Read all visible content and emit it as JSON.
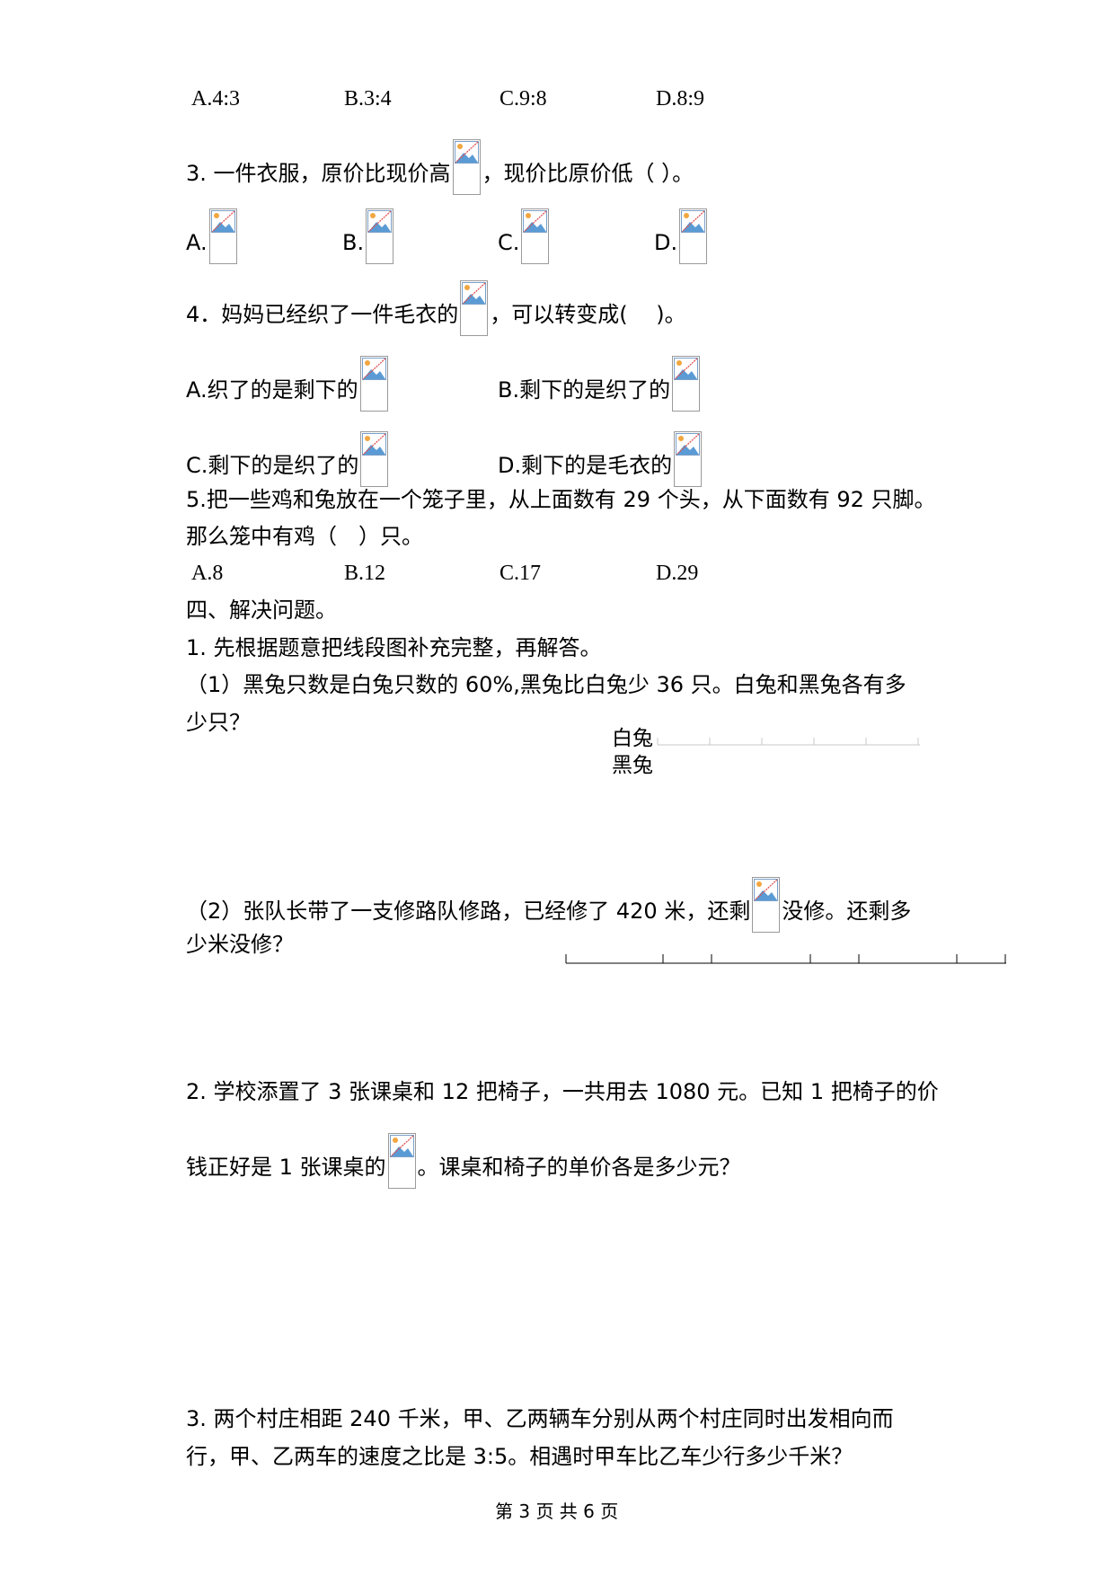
{
  "q2_options": [
    "A.4:3",
    "B.3:4",
    "C.9:8",
    "D.8:9"
  ],
  "q3": {
    "text_before": "3. 一件衣服，原价比现价高",
    "text_after": "，现价比原价低（ ）。",
    "options": [
      "A.",
      "B.",
      "C.",
      "D."
    ]
  },
  "q4": {
    "text_before": "4．妈妈已经织了一件毛衣的",
    "text_after": "，可以转变成(　 )。",
    "options": [
      "A.织了的是剩下的",
      "B.剩下的是织了的",
      "C.剩下的是织了的",
      "D.剩下的是毛衣的"
    ]
  },
  "q5": {
    "line1": "5.把一些鸡和兔放在一个笼子里，从上面数有 29 个头，从下面数有 92 只脚。",
    "line2": "那么笼中有鸡（　）只。",
    "options": [
      "A.8",
      "B.12",
      "C.17",
      "D.29"
    ]
  },
  "section4": {
    "heading": "四、解决问题。",
    "p1": {
      "title": "1. 先根据题意把线段图补充完整，再解答。",
      "sub1_line1": "（1）黑兔只数是白兔只数的 60%,黑兔比白兔少 36 只。白兔和黑兔各有多",
      "sub1_line2": "少只？",
      "label_white": "白兔",
      "label_black": "黑兔",
      "sub2_before": "（2）张队长带了一支修路队修路，已经修了 420 米，还剩",
      "sub2_after": "没修。还剩多",
      "sub2_line2": "少米没修？"
    },
    "p2": {
      "line1": "2. 学校添置了 3 张课桌和 12 把椅子，一共用去 1080 元。已知 1 把椅子的价",
      "line2_before": "钱正好是 1 张课桌的",
      "line2_after": "。课桌和椅子的单价各是多少元？"
    },
    "p3": {
      "line1": "3. 两个村庄相距 240 千米，甲、乙两辆车分别从两个村庄同时出发相向而",
      "line2": "行，甲、乙两车的速度之比是 3:5。相遇时甲车比乙车少行多少千米？"
    }
  },
  "footer": "第 3 页 共 6 页"
}
